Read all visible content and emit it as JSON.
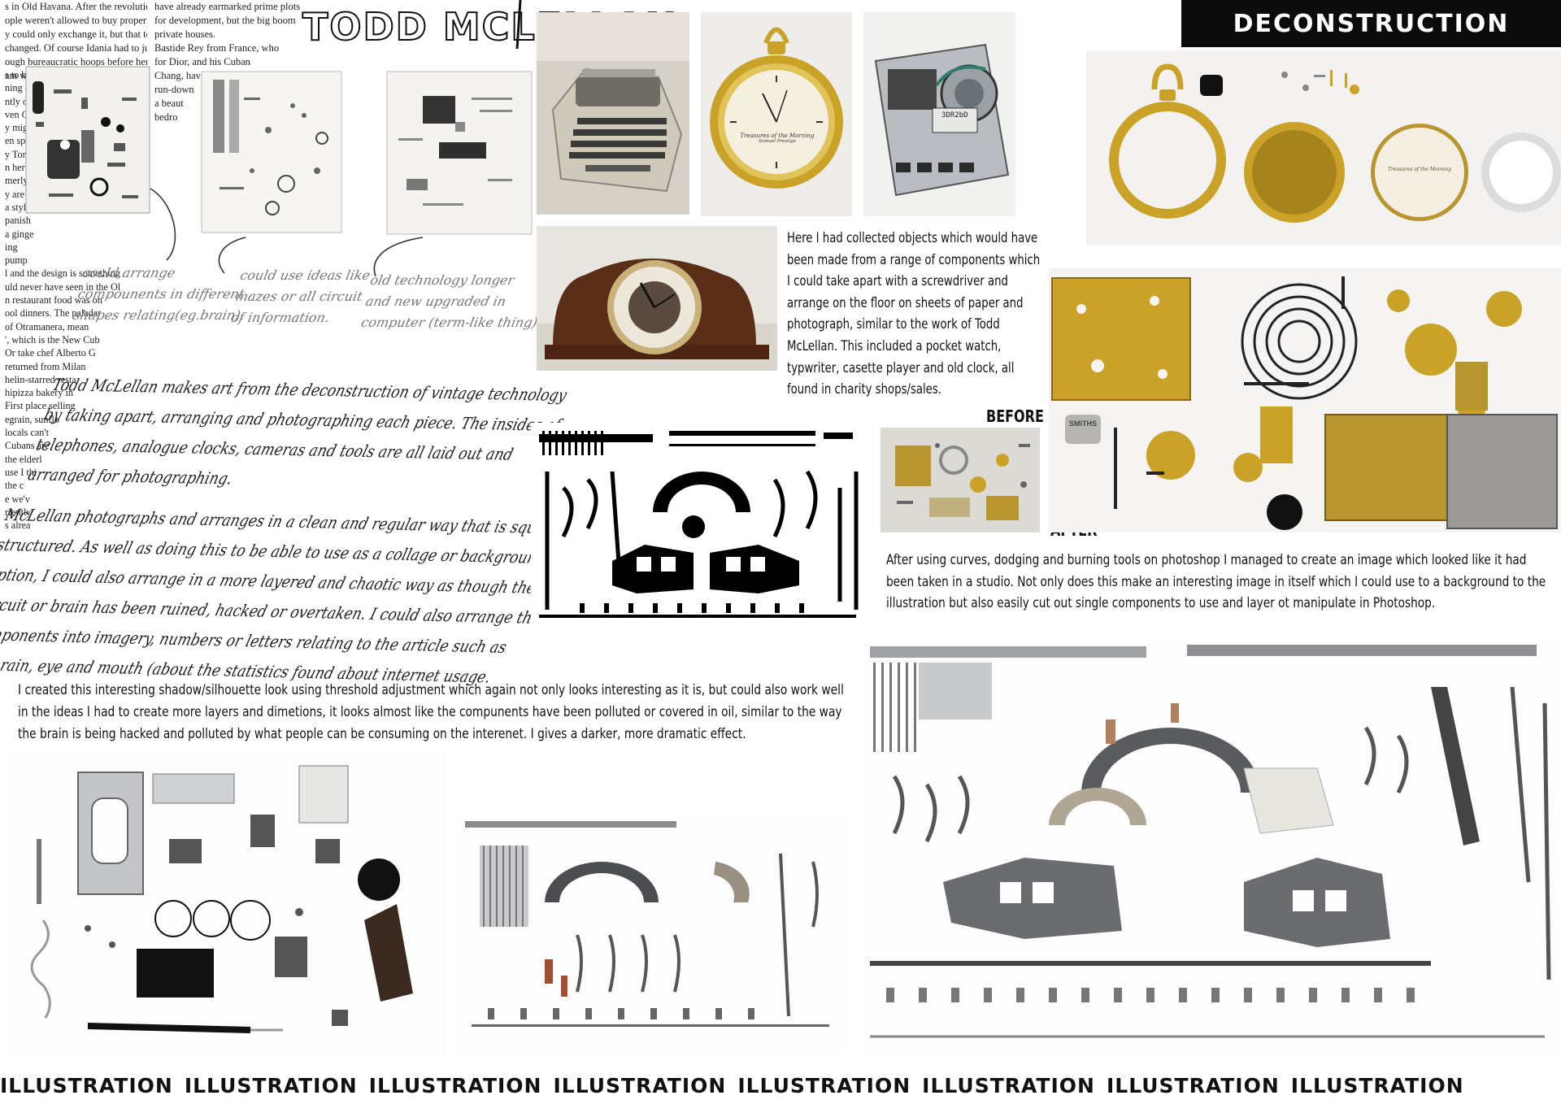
{
  "header": {
    "title": "DECONSTRUCTION"
  },
  "footer": {
    "words": [
      "ILLUSTRATION",
      "ILLUSTRATION",
      "ILLUSTRATION",
      "ILLUSTRATION",
      "ILLUSTRATION",
      "ILLUSTRATION",
      "ILLUSTRATION",
      "ILLUSTRATION"
    ]
  },
  "magazine": {
    "title": "TODD MCLELLAN",
    "top_text": [
      "s in Old Havana. After the revolution,",
      "ople weren't allowed to buy property,",
      "y could only exchange it, but that too",
      "changed. Of course Idania had to jump",
      "ough bureaucratic hoops before her",
      "am was realised, but now business"
    ],
    "col2_text": [
      "have already earmarked prime plots",
      "for development, but the big boom",
      "private houses.",
      "Bastide Rey from France, who",
      "for Dior, and his Cuban",
      "Chang, have pain",
      "run-down",
      "a beaut",
      "bedro"
    ],
    "left_col_text": [
      "s to b",
      "ning el",
      "ntly o",
      "ven C",
      "y migh",
      "en sp",
      "y Torr",
      "n her S",
      "merly a",
      "y are",
      "a style",
      "panish",
      "a ginge",
      "ing",
      "pump",
      "l and the design is something",
      "uld never have seen in the Ol",
      "n restaurant food was on",
      "ool dinners. The paladar",
      "of Otramanera, mean",
      "', which is the New Cub",
      "Or take chef Alberto G",
      "returned from Milan",
      "helin-starred resta",
      "hipizza bakery in",
      "First place selling",
      "egrain, sunflo",
      "locals can't",
      "Cubans are",
      "the elderl",
      "use I thi",
      "the c",
      "e we'v",
      "rrently",
      "s alrea"
    ],
    "captions": [
      "could arrange",
      "compounents in different",
      "shapes relating(eg.brain).",
      "could use ideas like",
      "mazes or all circuit",
      "of information.",
      "old technology longer",
      "and new upgraded in",
      "computer (term-like thing)"
    ]
  },
  "handwriting": {
    "para1": [
      "Todd McLellan makes art from the deconstruction of vintage technology",
      "by taking apart, arranging and photographing each piece. The insides of",
      "telephones, analogue clocks, cameras and tools are all laid out and",
      "arranged for photographing."
    ],
    "para2": [
      "McLellan photographs and arranges in a clean and regular way that is square and",
      "structured.  As well as doing this to be able to use as a collage or background",
      "option, I could also arrange in a more layered and chaotic way as though the",
      "circuit or brain has been ruined, hacked or overtaken.  I could also arrange the",
      "components into imagery, numbers or letters relating to the article such as",
      "the brain, eye and mouth (about the statistics found about internet usage."
    ]
  },
  "intro_text": "Here I had collected objects which would have been made from a range of components which I could take apart with a screwdriver and arrange on the floor on sheets of paper and photograph, similar to the work of Todd McLellan. This included a pocket watch, typwriter, casette player and old clock, all found in charity shops/sales.",
  "labels": {
    "before": "BEFORE",
    "after": "AFTER"
  },
  "watch_face": {
    "line1": "Treasures of the Morning",
    "line2": "Samuel Prestige"
  },
  "cassette_label": "3DR2bD",
  "key_label": "SMITHS",
  "curves_text": "After using curves, dodging and burning tools on photoshop I managed to create an image which looked like it had been taken in a studio. Not only does this make an interesting image in itself which I could use to a background to the illustration but also easily cut out single components to use and layer ot manipulate in Photoshop.",
  "threshold_text": "I created this interesting shadow/silhouette look using threshold adjustment which again not only looks interesting as it is, but could also work well in the ideas I had to create more layers and dimetions, it looks almost like the compunents have been polluted or covered in oil, similar to the way the brain is being hacked and polluted by what people can be consuming on the interenet. I gives a darker, more dramatic effect.",
  "colors": {
    "banner": "#0b0b0b",
    "brass": "#c9a227",
    "paper": "#ffffff",
    "steel": "#7d7f83"
  },
  "icons": [
    "typewriter-photo",
    "pocket-watch-photo",
    "cassette-mechanism-photo",
    "mantel-clock-photo",
    "watch-parts-photo",
    "clock-parts-photo",
    "threshold-silhouette-image",
    "cassette-parts-photo",
    "typewriter-parts-photo",
    "typewriter-parts-large-photo"
  ]
}
